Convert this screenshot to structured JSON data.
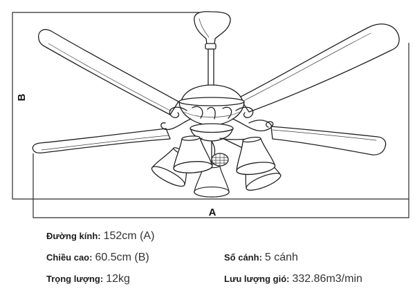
{
  "dimensions": {
    "width_label": "A",
    "height_label": "B"
  },
  "specs": {
    "diameter": {
      "label": "Đường kính:",
      "value": "152cm (A)"
    },
    "height": {
      "label": "Chiều cao:",
      "value": "60.5cm (B)"
    },
    "blades": {
      "label": "Số cánh:",
      "value": "5 cánh"
    },
    "weight": {
      "label": "Trọng lượng:",
      "value": "12kg"
    },
    "airflow": {
      "label": "Lưu lượng gió:",
      "value": "332.86m3/min"
    }
  }
}
